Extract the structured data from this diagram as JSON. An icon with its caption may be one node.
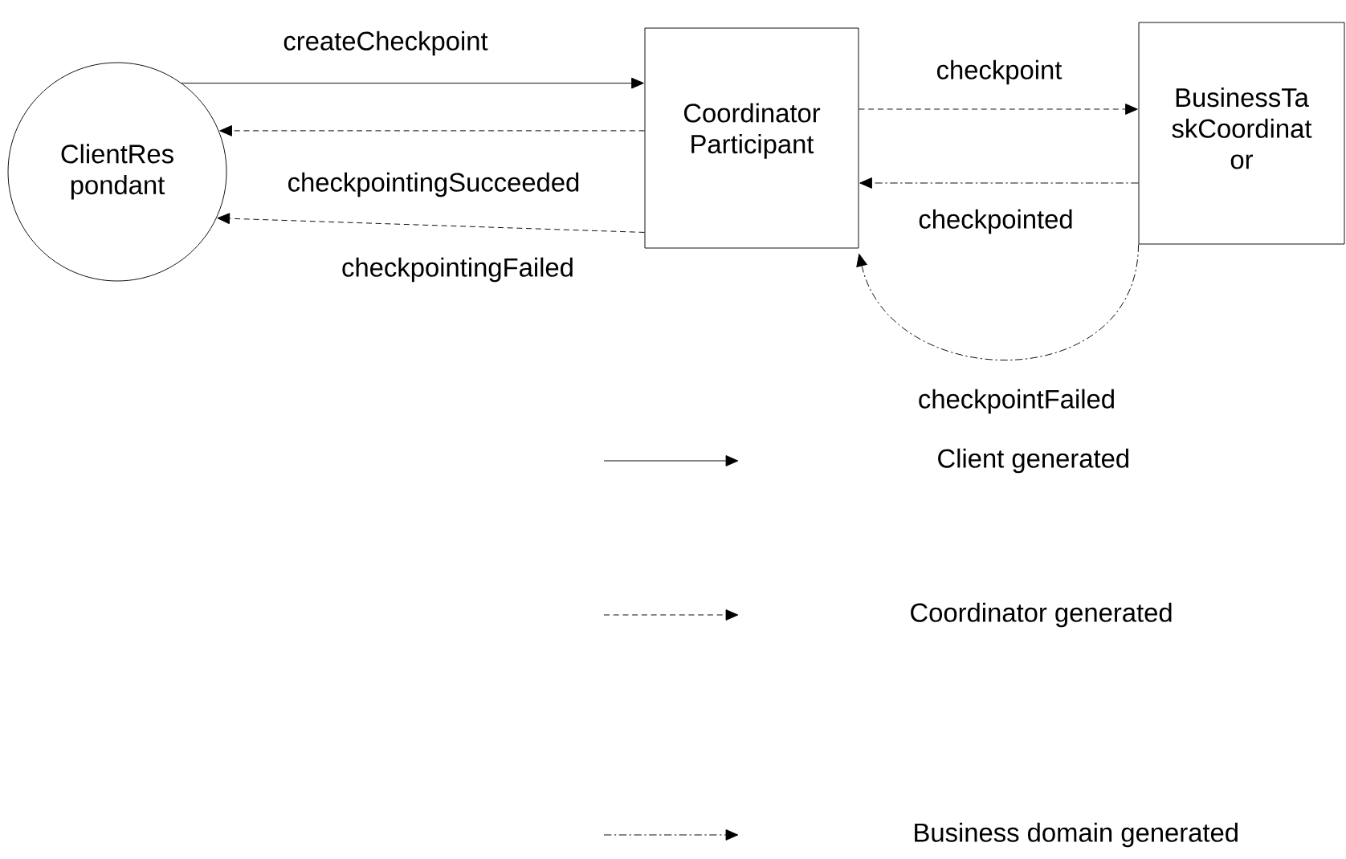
{
  "diagram": {
    "nodes": [
      {
        "text": [
          "ClientRes pondant"
        ]
      },
      {
        "text": [
          "Coordinator Participant"
        ]
      },
      {
        "text": [
          "BusinessTa skCoordinat or"
        ]
      }
    ],
    "edges": [
      {
        "from": 0,
        "to": 1,
        "arrow": "to",
        "label": "createCheckpoint"
      },
      {
        "from": 1,
        "to": 0,
        "arrow": "to",
        "label": "checkpointingSucceeded",
        "style": "dashed"
      },
      {
        "from": 1,
        "to": 0,
        "arrow": "to",
        "label": "checkpointingFailed",
        "style": "dashed"
      },
      {
        "from": 1,
        "to": 2,
        "arrow": "to",
        "label": "checkpoint",
        "style": "dashed"
      },
      {
        "from": 2,
        "to": 1,
        "arrow": "to",
        "label": "checkpointed",
        "style": "dashed"
      },
      {
        "from": 2,
        "to": 1,
        "arrow": "to",
        "label": "checkpointFailed",
        "style": "dashed"
      }
    ],
    "legend": [
      {
        "text": "Client generated"
      },
      {
        "text": "Coordinator generated"
      },
      {
        "text": "Business domain generated"
      }
    ]
  }
}
